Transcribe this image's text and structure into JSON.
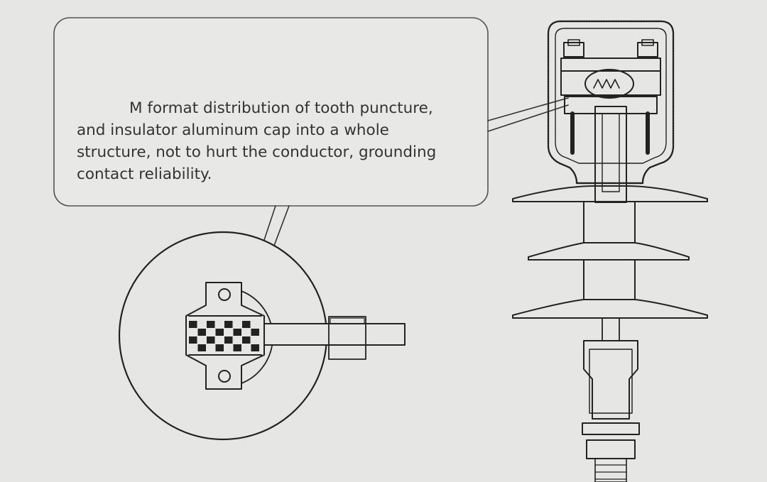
{
  "callout": {
    "lines": [
      "M format distribution of tooth puncture,",
      "and insulator aluminum cap into a whole",
      "structure, not to hurt the conductor, grounding",
      "contact reliability."
    ]
  },
  "colors": {
    "background": "#e6e6e4",
    "line": "#222222",
    "text": "#333333"
  }
}
